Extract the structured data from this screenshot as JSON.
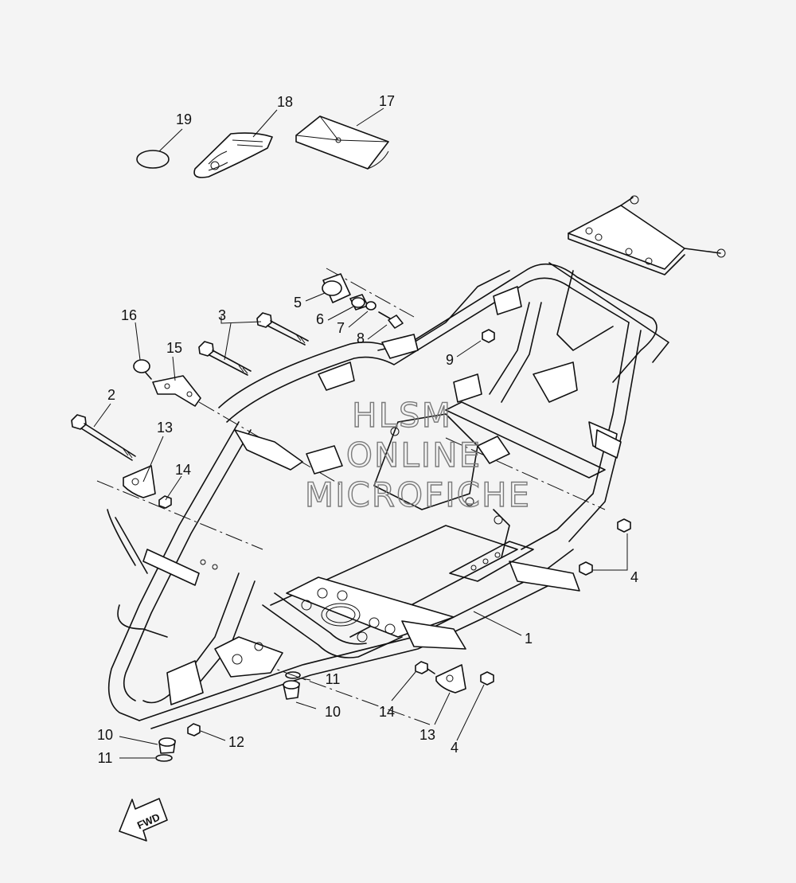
{
  "diagram": {
    "callouts": {
      "c1": "1",
      "c2": "2",
      "c3": "3",
      "c4a": "4",
      "c4b": "4",
      "c5": "5",
      "c6": "6",
      "c7": "7",
      "c8": "8",
      "c9": "9",
      "c10a": "10",
      "c10b": "10",
      "c11a": "11",
      "c11b": "11",
      "c12": "12",
      "c13a": "13",
      "c13b": "13",
      "c14a": "14",
      "c14b": "14",
      "c15": "15",
      "c16": "16",
      "c17": "17",
      "c18": "18",
      "c19": "19"
    },
    "fwd_label": "FWD",
    "watermark": [
      "HLSM",
      "ONLINE",
      "MICROFICHE"
    ]
  }
}
